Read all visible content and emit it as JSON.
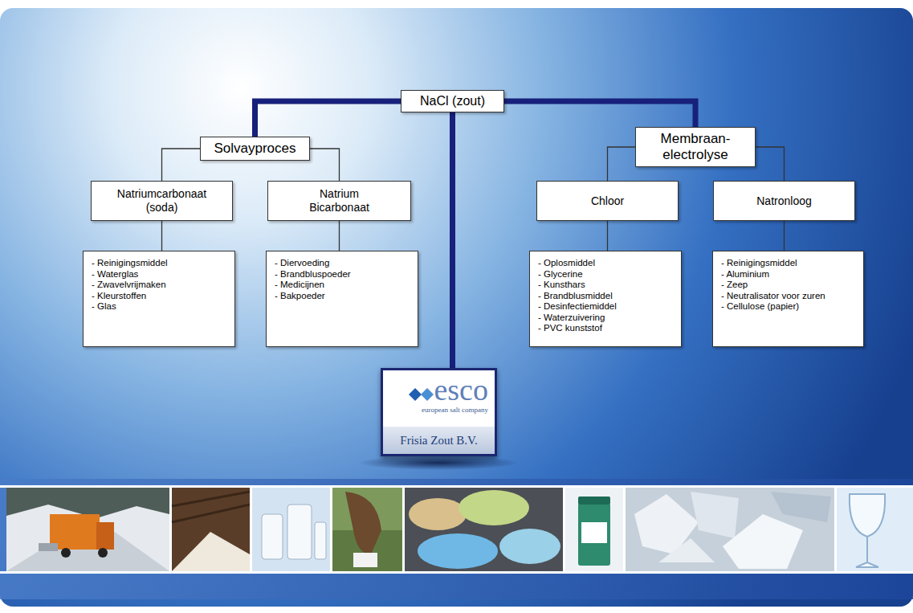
{
  "diagram": {
    "nodes": [
      {
        "text": [
          "NaCl (zout)"
        ]
      },
      {
        "text": [
          "Solvayproces"
        ]
      },
      {
        "text": [
          "Membraan- electrolyse"
        ]
      },
      {
        "text": [
          "Natriumcarbonaat (soda)"
        ]
      },
      {
        "text": [
          "Natrium Bicarbonaat"
        ]
      },
      {
        "text": [
          "Chloor"
        ]
      },
      {
        "text": [
          "Natronloog"
        ]
      },
      {
        "text": [
          "- Reinigingsmiddel",
          "- Waterglas",
          "- Zwavelvrijmaken",
          "- Kleurstoffen",
          "- Glas"
        ]
      },
      {
        "text": [
          "- Diervoeding",
          "- Brandbluspoeder",
          "- Medicijnen",
          "- Bakpoeder"
        ]
      },
      {
        "text": [
          "- Oplosmiddel",
          "- Glycerine",
          "- Kunsthars",
          "- Brandblusmiddel",
          "- Desinfectiemiddel",
          "- Waterzuivering",
          "- PVC kunststof"
        ]
      },
      {
        "text": [
          "- Reinigingsmiddel",
          "- Aluminium",
          "- Zeep",
          "- Neutralisator voor zuren",
          "- Cellulose (papier)"
        ]
      },
      {
        "text": [
          "esco",
          "european salt company",
          "Frisia Zout B.V."
        ]
      }
    ],
    "edges": [
      {
        "from": 0,
        "to": 1,
        "arrow": "none"
      },
      {
        "from": 0,
        "to": 2,
        "arrow": "none"
      },
      {
        "from": 0,
        "to": 11,
        "arrow": "none"
      },
      {
        "from": 1,
        "to": 3,
        "arrow": "none"
      },
      {
        "from": 1,
        "to": 4,
        "arrow": "none"
      },
      {
        "from": 2,
        "to": 5,
        "arrow": "none"
      },
      {
        "from": 2,
        "to": 6,
        "arrow": "none"
      },
      {
        "from": 3,
        "to": 7,
        "arrow": "none"
      },
      {
        "from": 4,
        "to": 8,
        "arrow": "none"
      },
      {
        "from": 5,
        "to": 9,
        "arrow": "none"
      },
      {
        "from": 6,
        "to": 10,
        "arrow": "none"
      }
    ]
  }
}
